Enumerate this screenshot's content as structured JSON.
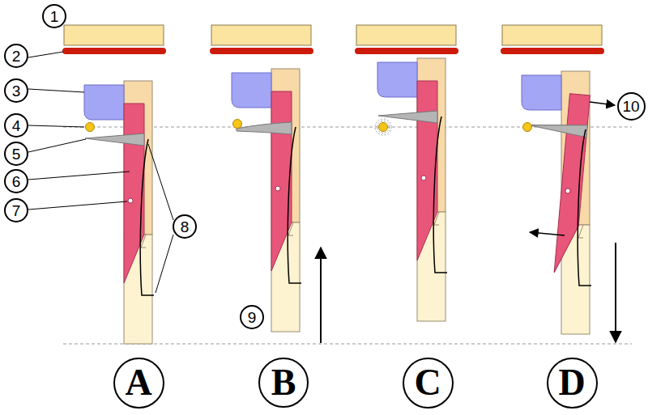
{
  "diagram": {
    "nodes": [
      {
        "text": [
          "1"
        ]
      },
      {
        "text": [
          "2"
        ]
      },
      {
        "text": [
          "3"
        ]
      },
      {
        "text": [
          "4"
        ]
      },
      {
        "text": [
          "5"
        ]
      },
      {
        "text": [
          "6"
        ]
      },
      {
        "text": [
          "7"
        ]
      },
      {
        "text": [
          "8"
        ]
      },
      {
        "text": [
          "9"
        ]
      },
      {
        "text": [
          "10"
        ]
      },
      {
        "text": [
          "A"
        ]
      },
      {
        "text": [
          "B"
        ]
      },
      {
        "text": [
          "C"
        ]
      },
      {
        "text": [
          "D"
        ]
      }
    ]
  }
}
